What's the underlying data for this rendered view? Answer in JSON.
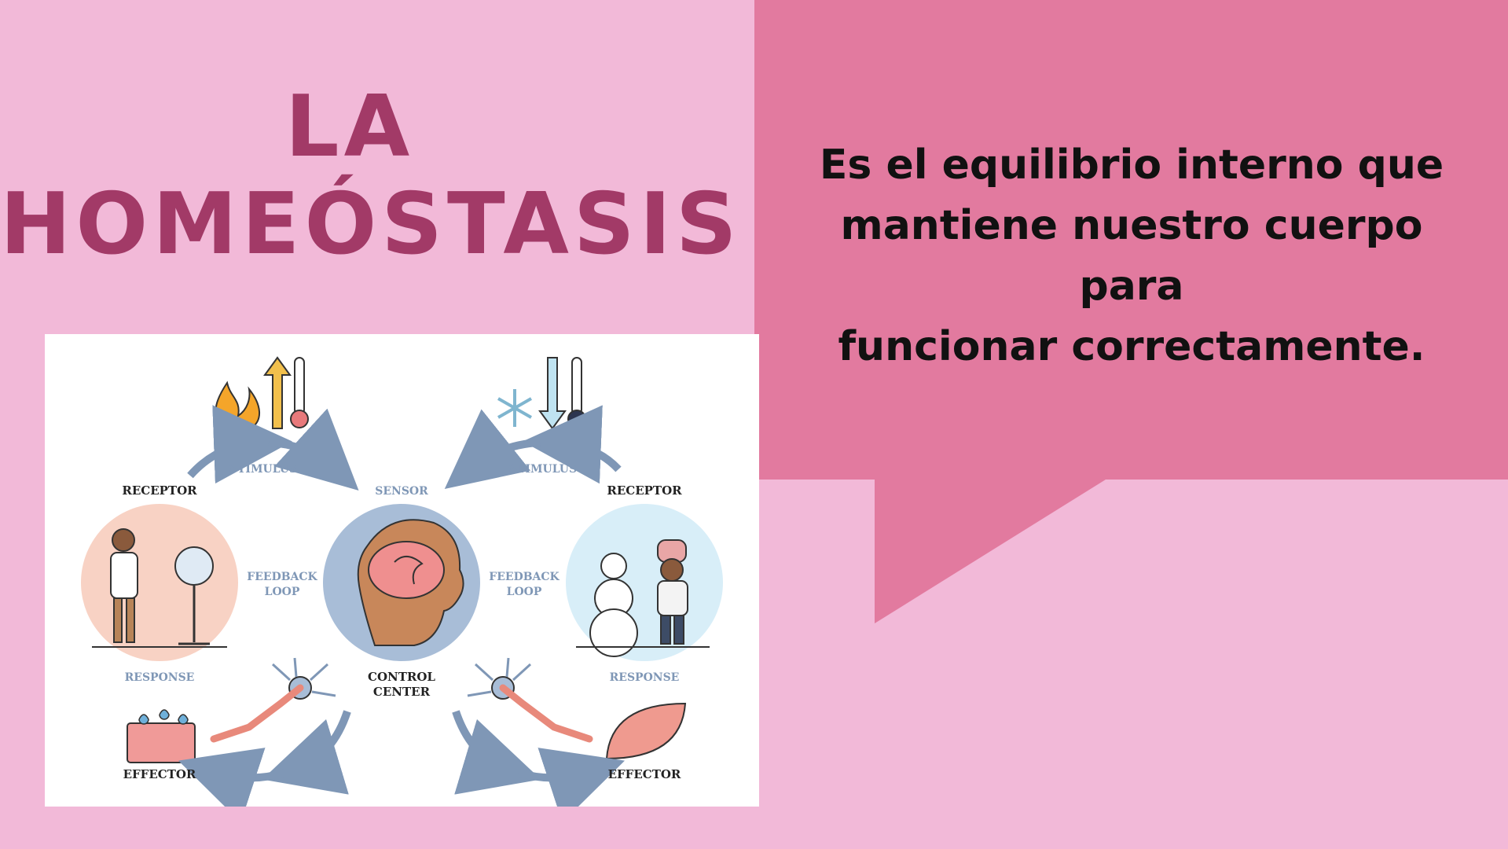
{
  "slide": {
    "title_line1": "LA",
    "title_line2": "HOMEÓSTASIS",
    "definition_line1": "Es el equilibrio interno que",
    "definition_line2": "mantiene nuestro cuerpo para",
    "definition_line3": "funcionar correctamente."
  },
  "diagram": {
    "stimulus_left": "STIMULUS",
    "stimulus_right": "STIMULUS",
    "receptor_left": "RECEPTOR",
    "receptor_right": "RECEPTOR",
    "sensor": "SENSOR",
    "feedback_loop_left_1": "FEEDBACK",
    "feedback_loop_left_2": "LOOP",
    "feedback_loop_right_1": "FEEDBACK",
    "feedback_loop_right_2": "LOOP",
    "response_left": "RESPONSE",
    "response_right": "RESPONSE",
    "control_center_1": "CONTROL",
    "control_center_2": "CENTER",
    "effector_left": "EFFECTOR",
    "effector_right": "EFFECTOR"
  },
  "colors": {
    "background": "#f2b9d8",
    "panel": "#e27a9f",
    "title": "#a23a67",
    "text": "#111111"
  }
}
